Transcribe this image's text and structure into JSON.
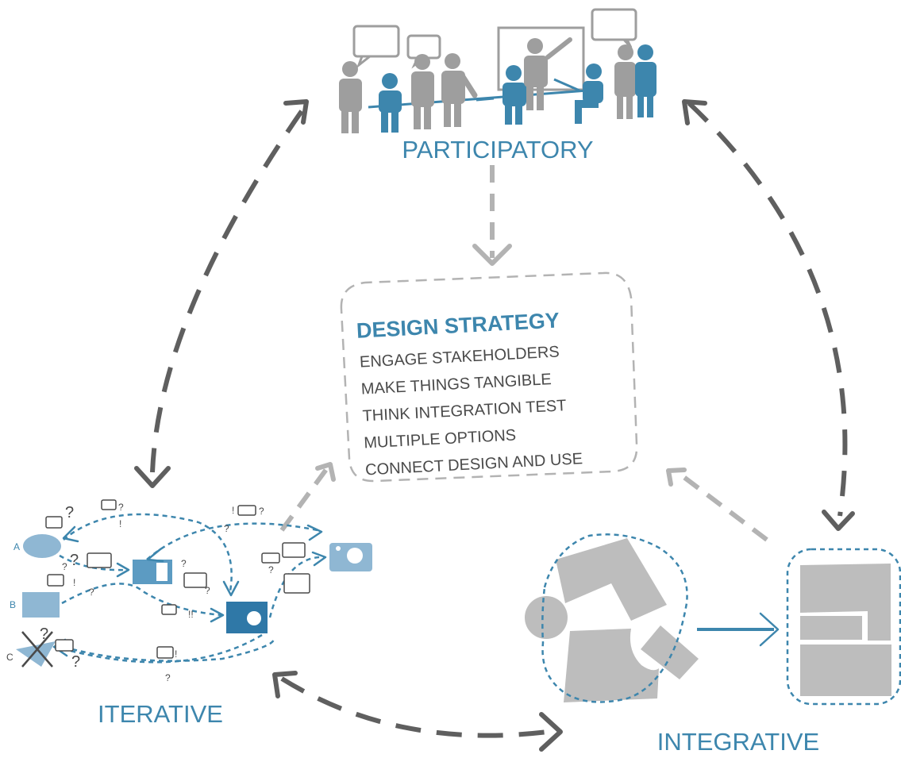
{
  "labels": {
    "participatory": "PARTICIPATORY",
    "iterative": "ITERATIVE",
    "integrative": "INTEGRATIVE"
  },
  "strategy": {
    "title": "DESIGN STRATEGY",
    "items": [
      "ENGAGE STAKEHOLDERS",
      "MAKE THINGS TANGIBLE",
      "THINK INTEGRATION TEST",
      "MULTIPLE OPTIONS",
      "CONNECT DESIGN AND USE"
    ]
  },
  "iterative_options": {
    "a": "A",
    "b": "B",
    "c": "C"
  },
  "marks": {
    "question": "?",
    "exclaim": "!",
    "double_exclaim": "!!"
  },
  "colors": {
    "blue": "#3d86ad",
    "light_blue": "#8fb7d3",
    "dark_gray": "#5f5f5f",
    "gray": "#9e9e9e",
    "light_gray": "#bdbdbd"
  }
}
